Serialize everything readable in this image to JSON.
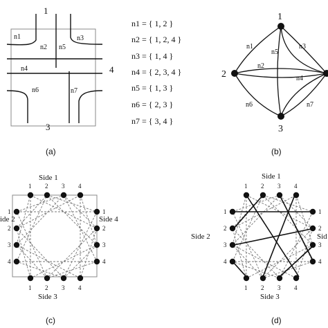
{
  "panel_a": {
    "caption": "(a)",
    "side_labels": [
      "1",
      "4",
      "3"
    ],
    "net_labels": [
      "n1",
      "n2",
      "n5",
      "n3",
      "n4",
      "n6",
      "n7"
    ]
  },
  "net_list": [
    "n1 = { 1, 2 }",
    "n2 = { 1, 2, 4 }",
    "n3 = { 1, 4 }",
    "n4 = { 2, 3, 4 }",
    "n5 = { 1, 3 }",
    "n6 = { 2, 3 }",
    "n7 = { 3, 4 }"
  ],
  "panel_b": {
    "caption": "(b)",
    "node_labels": [
      "1",
      "2",
      "3"
    ],
    "edge_labels": [
      "n1",
      "n3",
      "n5",
      "n2",
      "n4",
      "n6",
      "n7"
    ]
  },
  "panel_c": {
    "caption": "(c)",
    "side_labels": [
      "Side 1",
      "Side 4",
      "Side 3",
      "ide 2"
    ],
    "pin_numbers": [
      "1",
      "2",
      "3",
      "4"
    ]
  },
  "panel_d": {
    "caption": "(d)",
    "side_labels": [
      "Side 1",
      "Side 2",
      "Side 3",
      "Sid"
    ],
    "pin_numbers": [
      "1",
      "2",
      "3",
      "4"
    ]
  }
}
